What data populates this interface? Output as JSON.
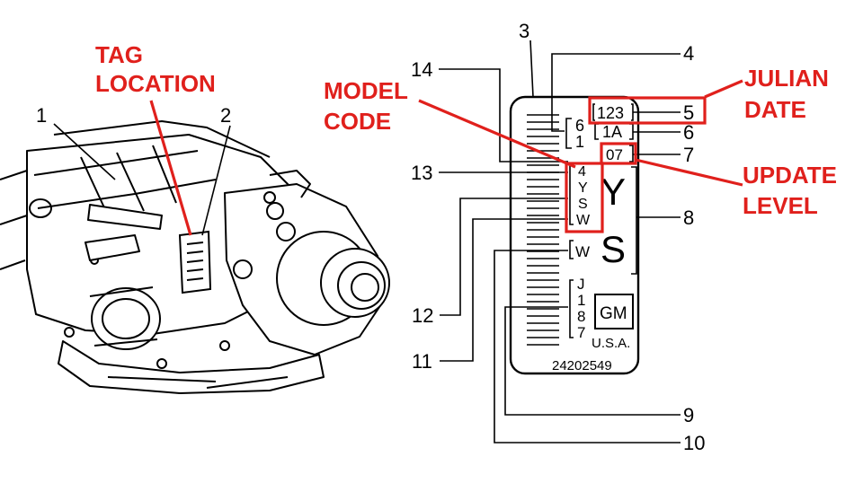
{
  "annotations": {
    "tag_location": [
      "TAG",
      "LOCATION"
    ],
    "model_code": [
      "MODEL",
      "CODE"
    ],
    "julian_date": [
      "JULIAN",
      "DATE"
    ],
    "update_level": [
      "UPDATE",
      "LEVEL"
    ],
    "color": "#e0201c"
  },
  "callouts": [
    "1",
    "2",
    "3",
    "4",
    "5",
    "6",
    "7",
    "8",
    "9",
    "10",
    "11",
    "12",
    "13",
    "14"
  ],
  "tag": {
    "julian_date": "123",
    "shift": "1A",
    "update_level": "07",
    "year_digits": [
      "6",
      "1"
    ],
    "model_chars": [
      "4",
      "Y",
      "S",
      "W"
    ],
    "w_mark": "W",
    "big_letters": [
      "Y",
      "S"
    ],
    "plant_chars": [
      "J",
      "1",
      "8",
      "7"
    ],
    "logo": "GM",
    "country": "U.S.A.",
    "part_number": "24202549"
  }
}
